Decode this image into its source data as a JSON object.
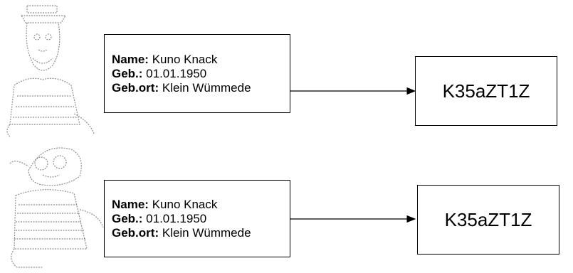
{
  "rows": [
    {
      "record": {
        "name_label": "Name:",
        "name_value": " Kuno Knack",
        "birth_label": "Geb.:",
        "birth_value": " 01.01.1950",
        "place_label": "Geb.ort:",
        "place_value": " Klein Wümmede"
      },
      "code": "K35aZT1Z"
    },
    {
      "record": {
        "name_label": "Name:",
        "name_value": " Kuno Knack",
        "birth_label": "Geb.:",
        "birth_value": " 01.01.1950",
        "place_label": "Geb.ort:",
        "place_value": " Klein Wümmede"
      },
      "code": "K35aZT1Z"
    }
  ]
}
